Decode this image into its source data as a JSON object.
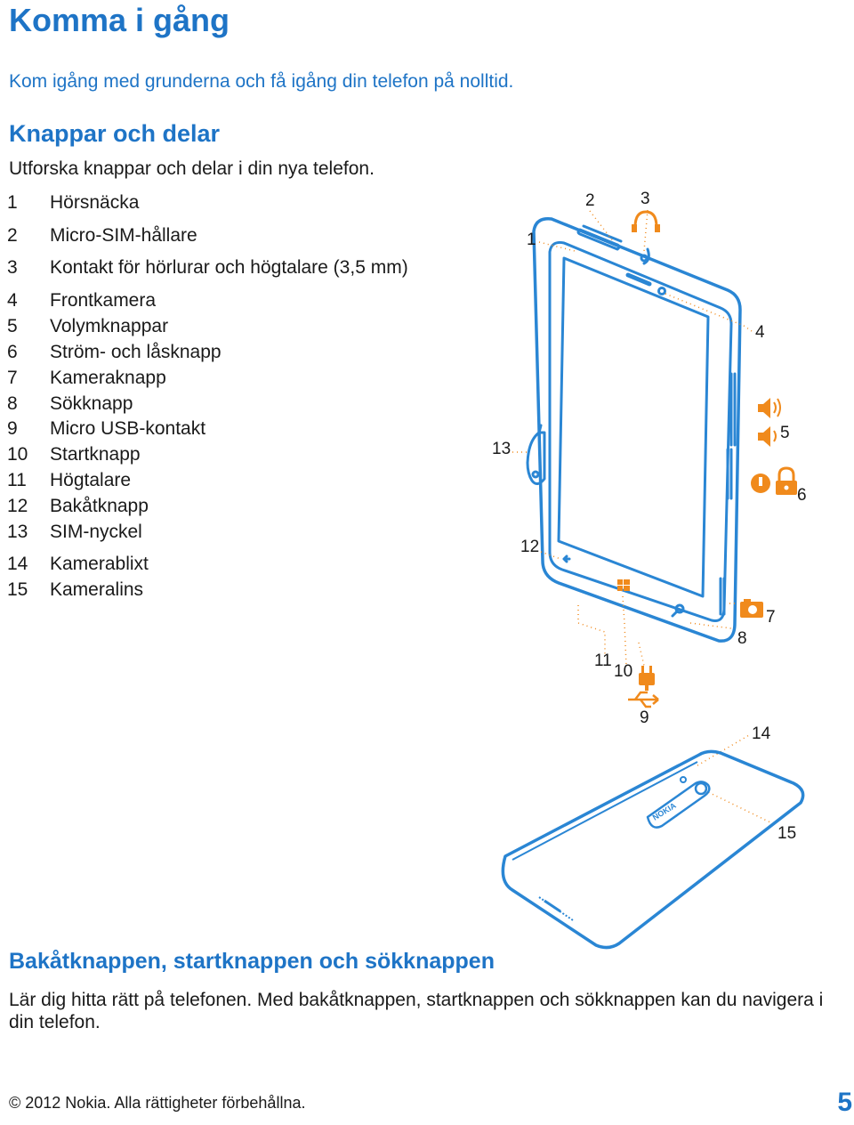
{
  "title": "Komma i gång",
  "intro": "Kom igång med grunderna och få igång din telefon på nolltid.",
  "section1": {
    "heading": "Knappar och delar",
    "text": "Utforska knappar och delar i din nya telefon."
  },
  "parts": [
    {
      "num": "1",
      "label": "Hörsnäcka"
    },
    {
      "num": "2",
      "label": "Micro-SIM-hållare"
    },
    {
      "num": "3",
      "label": "Kontakt för hörlurar och högtalare (3,5 mm)"
    },
    {
      "num": "4",
      "label": "Frontkamera"
    },
    {
      "num": "5",
      "label": "Volymknappar"
    },
    {
      "num": "6",
      "label": "Ström- och låsknapp"
    },
    {
      "num": "7",
      "label": "Kameraknapp"
    },
    {
      "num": "8",
      "label": "Sökknapp"
    },
    {
      "num": "9",
      "label": "Micro USB-kontakt"
    },
    {
      "num": "10",
      "label": "Startknapp"
    },
    {
      "num": "11",
      "label": "Högtalare"
    },
    {
      "num": "12",
      "label": "Bakåtknapp"
    },
    {
      "num": "13",
      "label": "SIM-nyckel"
    },
    {
      "num": "14",
      "label": "Kamerablixt"
    },
    {
      "num": "15",
      "label": "Kameralins"
    }
  ],
  "diagram_labels": {
    "l1": "1",
    "l2": "2",
    "l3": "3",
    "l4": "4",
    "l5": "5",
    "l6": "6",
    "l7": "7",
    "l8": "8",
    "l9": "9",
    "l10": "10",
    "l11": "11",
    "l12": "12",
    "l13": "13",
    "l14": "14",
    "l15": "15"
  },
  "brand_logo_text": "NOKIA",
  "section2": {
    "heading": "Bakåtknappen, startknappen och sökknappen",
    "text": "Lär dig hitta rätt på telefonen. Med bakåtknappen, startknappen och sökknappen kan du navigera i din telefon."
  },
  "footer": {
    "copyright": "© 2012 Nokia. Alla rättigheter förbehållna.",
    "page_number": "5"
  },
  "colors": {
    "accent": "#1e74c6",
    "outline": "#2a86d4",
    "highlight": "#f08a1c"
  }
}
